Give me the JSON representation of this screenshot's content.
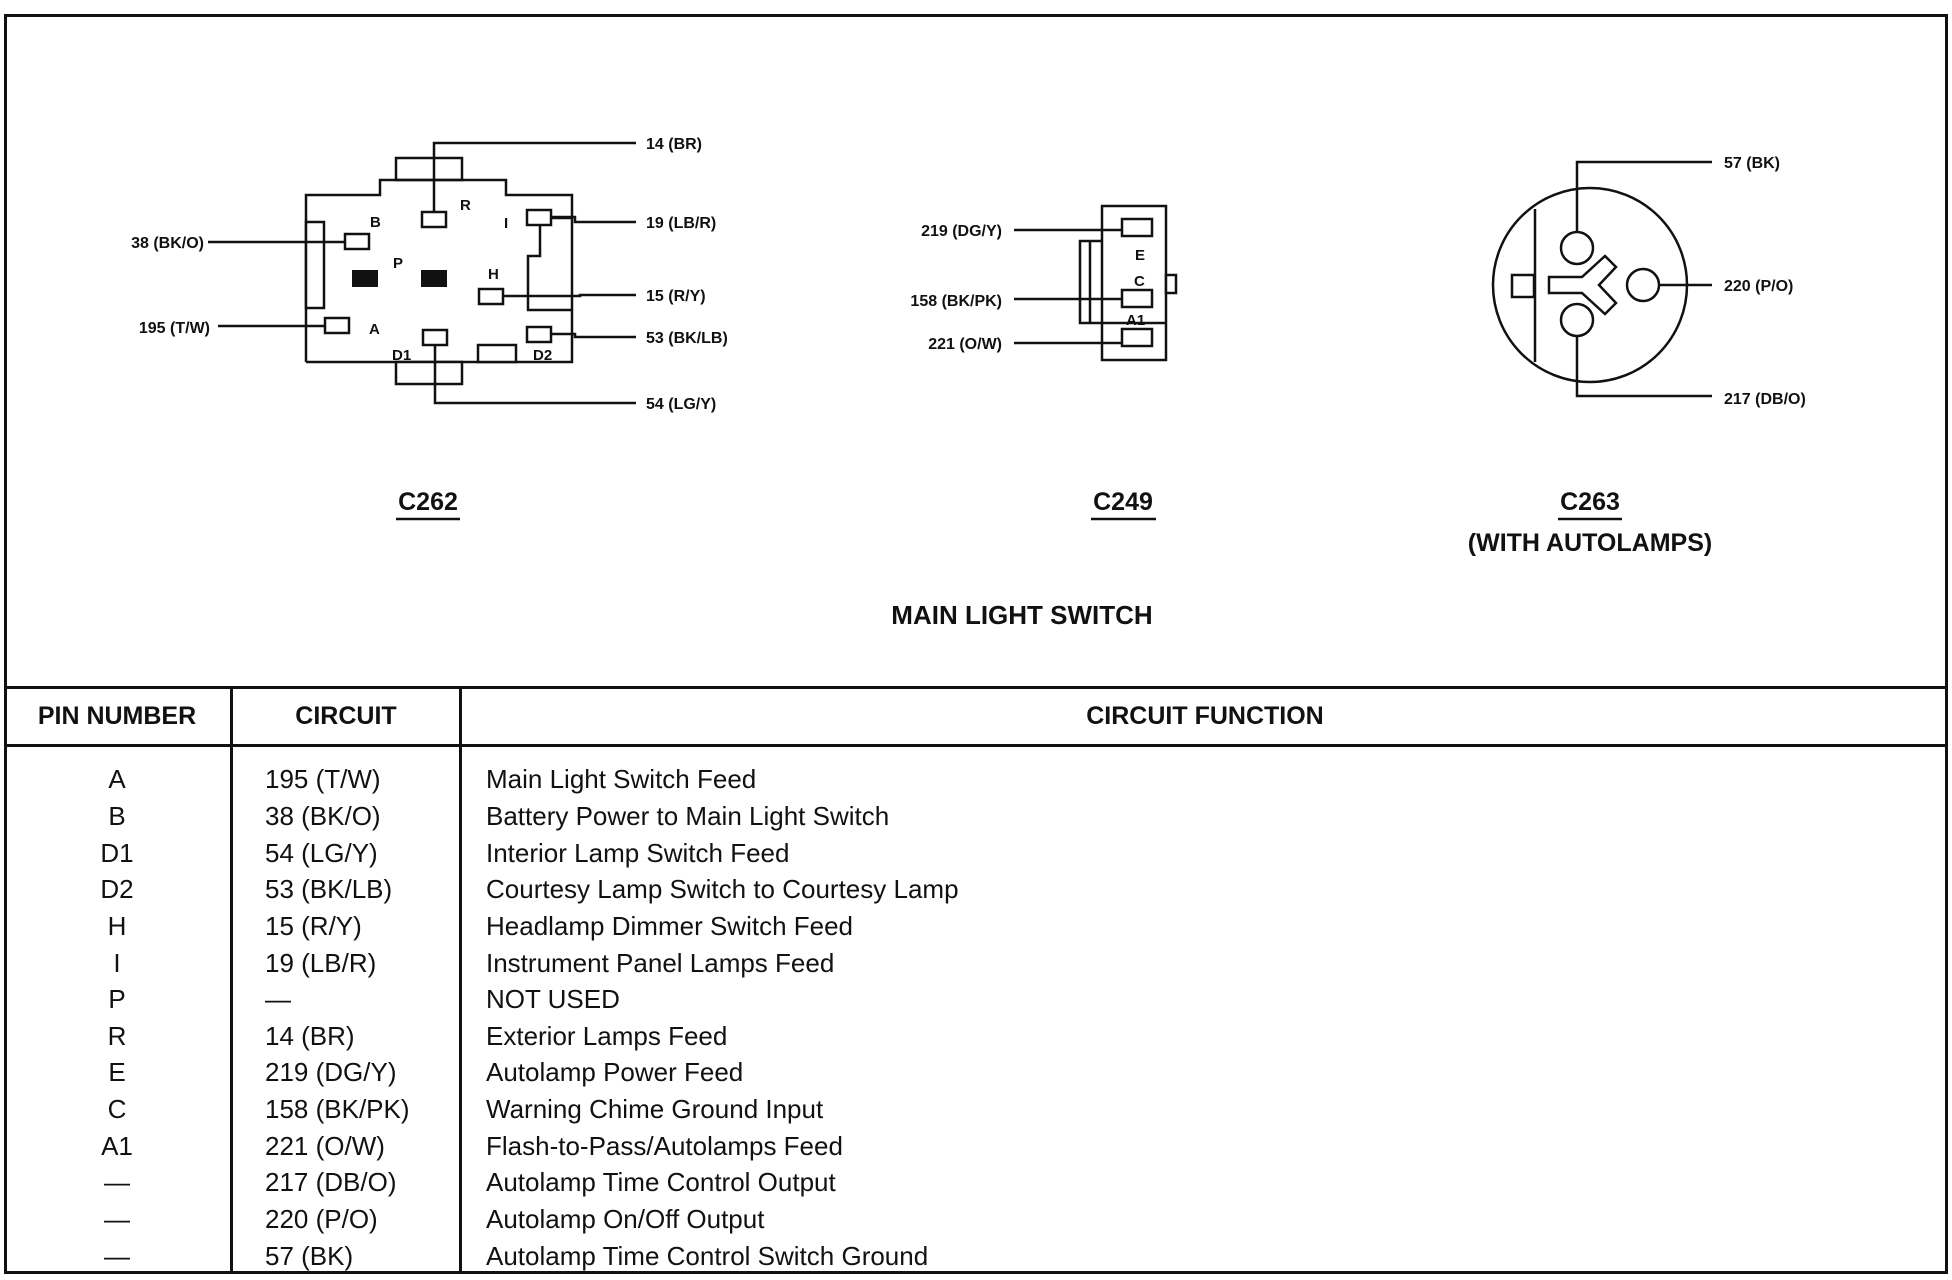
{
  "diagram": {
    "title": "MAIN LIGHT SWITCH",
    "connectors": [
      {
        "id": "C262",
        "subtitle": "",
        "pin_labels": [
          "B",
          "R",
          "I",
          "P",
          "H",
          "A",
          "D1",
          "D2"
        ],
        "wires": [
          "14 (BR)",
          "38 (BK/O)",
          "19 (LB/R)",
          "15 (R/Y)",
          "195 (T/W)",
          "53 (BK/LB)",
          "54 (LG/Y)"
        ]
      },
      {
        "id": "C249",
        "subtitle": "",
        "pin_labels": [
          "E",
          "C",
          "A1"
        ],
        "wires": [
          "219 (DG/Y)",
          "158 (BK/PK)",
          "221 (O/W)"
        ]
      },
      {
        "id": "C263",
        "subtitle": "(WITH AUTOLAMPS)",
        "pin_labels": [],
        "wires": [
          "57 (BK)",
          "220 (P/O)",
          "217 (DB/O)"
        ]
      }
    ]
  },
  "table": {
    "headers": [
      "PIN NUMBER",
      "CIRCUIT",
      "CIRCUIT FUNCTION"
    ],
    "rows": [
      [
        "A",
        "195 (T/W)",
        "Main Light Switch Feed"
      ],
      [
        "B",
        "38 (BK/O)",
        "Battery Power to Main Light Switch"
      ],
      [
        "D1",
        "54 (LG/Y)",
        "Interior Lamp Switch Feed"
      ],
      [
        "D2",
        "53 (BK/LB)",
        "Courtesy Lamp Switch to Courtesy Lamp"
      ],
      [
        "H",
        "15 (R/Y)",
        "Headlamp Dimmer Switch Feed"
      ],
      [
        "I",
        "19 (LB/R)",
        "Instrument Panel Lamps Feed"
      ],
      [
        "P",
        "—",
        "NOT USED"
      ],
      [
        "R",
        "14 (BR)",
        "Exterior Lamps Feed"
      ],
      [
        "E",
        "219 (DG/Y)",
        "Autolamp Power Feed"
      ],
      [
        "C",
        "158 (BK/PK)",
        "Warning Chime Ground Input"
      ],
      [
        "A1",
        "221 (O/W)",
        "Flash-to-Pass/Autolamps Feed"
      ],
      [
        "—",
        "217 (DB/O)",
        "Autolamp Time Control Output"
      ],
      [
        "—",
        "220 (P/O)",
        "Autolamp On/Off Output"
      ],
      [
        "—",
        "57 (BK)",
        "Autolamp Time Control Switch Ground"
      ]
    ]
  }
}
